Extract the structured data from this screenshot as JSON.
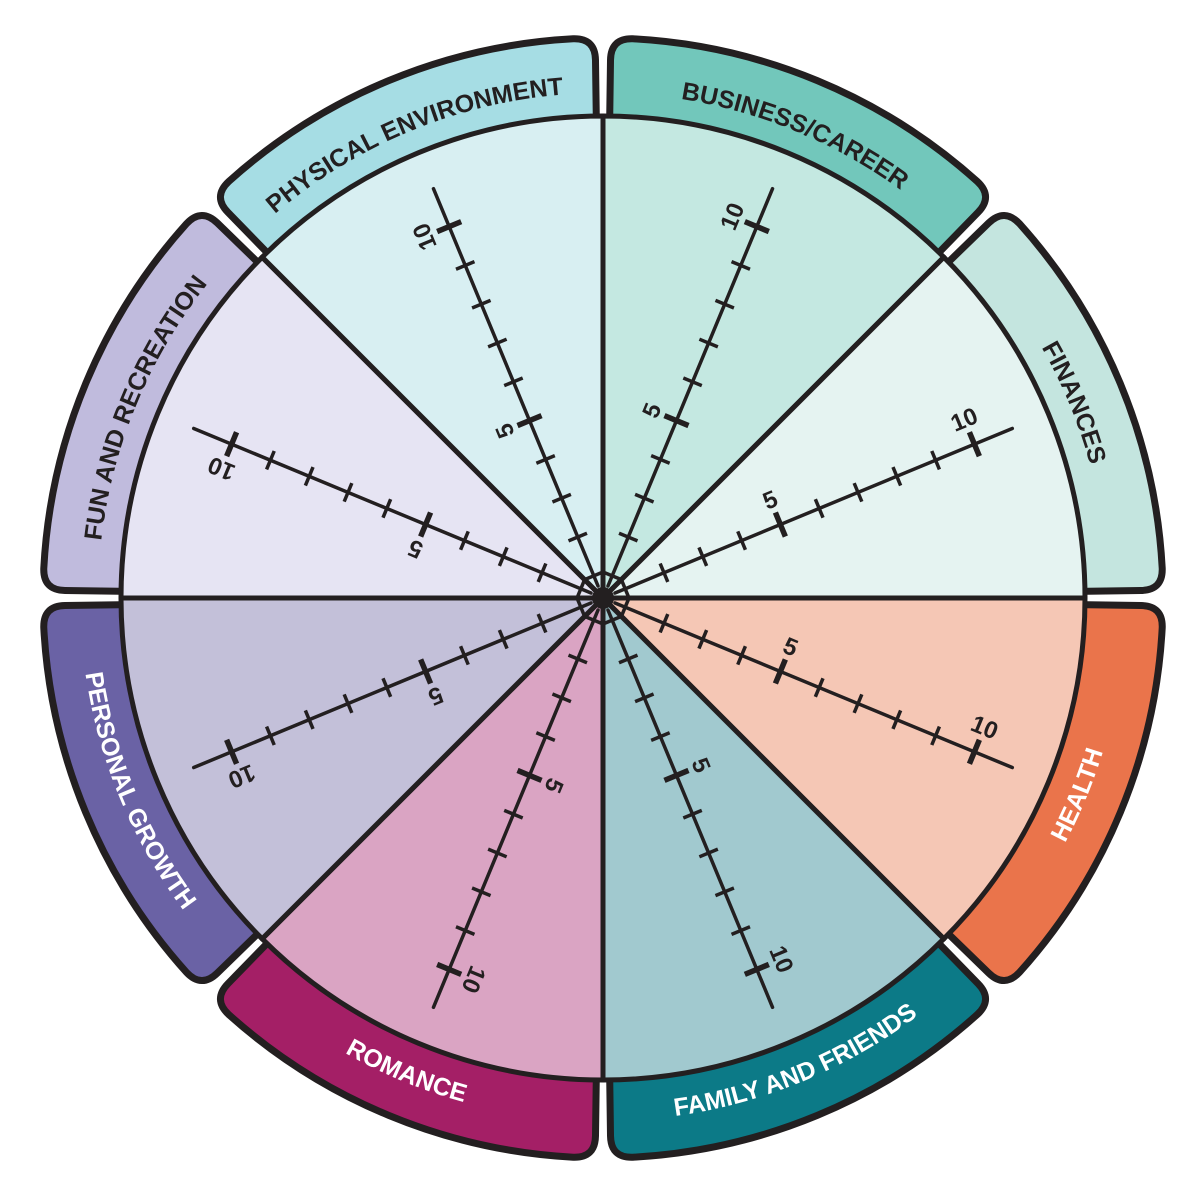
{
  "wheel": {
    "outline_color": "#231f20",
    "scale_labels": {
      "five": "5",
      "ten": "10"
    },
    "segments": [
      {
        "key": "business",
        "label": "BUSINESS/CAREER",
        "tab_color": "#72c7bb",
        "fill_color": "#c4e8e1",
        "label_color": "#231f20"
      },
      {
        "key": "finances",
        "label": "FINANCES",
        "tab_color": "#c4e5df",
        "fill_color": "#e5f3f1",
        "label_color": "#231f20"
      },
      {
        "key": "health",
        "label": "HEALTH",
        "tab_color": "#ea744b",
        "fill_color": "#f5c7b5",
        "label_color": "#ffffff"
      },
      {
        "key": "family",
        "label": "FAMILY AND FRIENDS",
        "tab_color": "#0c7a87",
        "fill_color": "#a1c9cf",
        "label_color": "#ffffff"
      },
      {
        "key": "romance",
        "label": "ROMANCE",
        "tab_color": "#a41f66",
        "fill_color": "#daa4c3",
        "label_color": "#ffffff"
      },
      {
        "key": "personal_growth",
        "label": "PERSONAL GROWTH",
        "tab_color": "#6a62a5",
        "fill_color": "#c3c0d9",
        "label_color": "#ffffff"
      },
      {
        "key": "fun",
        "label": "FUN AND RECREATION",
        "tab_color": "#c0bbdd",
        "fill_color": "#e6e4f3",
        "label_color": "#231f20"
      },
      {
        "key": "physical_environment",
        "label": "PHYSICAL ENVIRONMENT",
        "tab_color": "#a6dde4",
        "fill_color": "#d8eff2",
        "label_color": "#231f20"
      }
    ]
  }
}
